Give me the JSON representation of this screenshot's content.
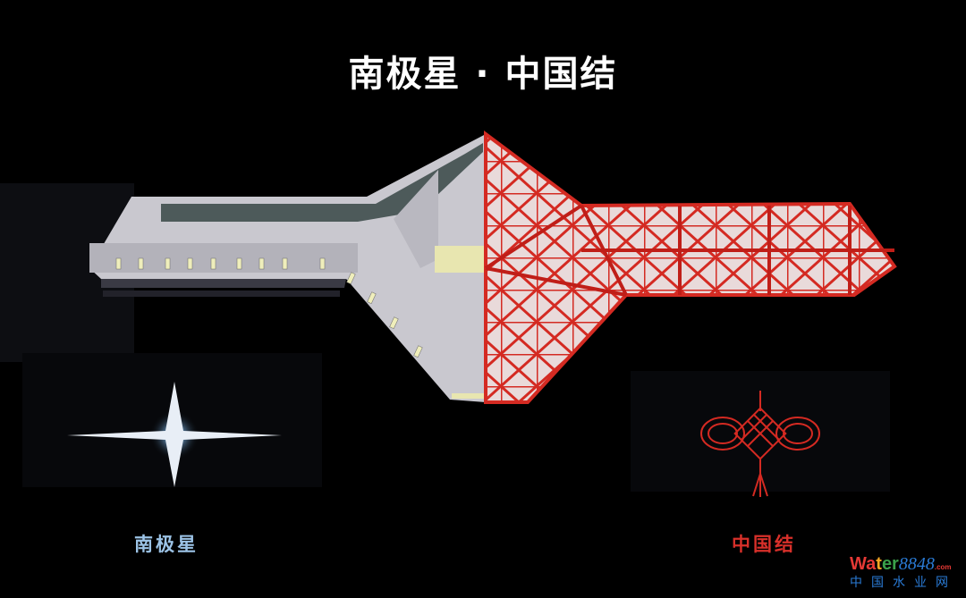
{
  "title": "南极星 · 中国结",
  "left_caption": "南极星",
  "right_caption": "中国结",
  "watermark": {
    "brand_a": "Wa",
    "brand_b": "t",
    "brand_c": "er",
    "brand_num": "8848",
    "brand_tld": ".com",
    "subtitle": "中国水业网"
  },
  "colors": {
    "background": "#000000",
    "left_caption": "#9cc3e6",
    "right_caption": "#d8302a",
    "building_grey": "#c9c8cf",
    "frame_red": "#d42a22"
  }
}
